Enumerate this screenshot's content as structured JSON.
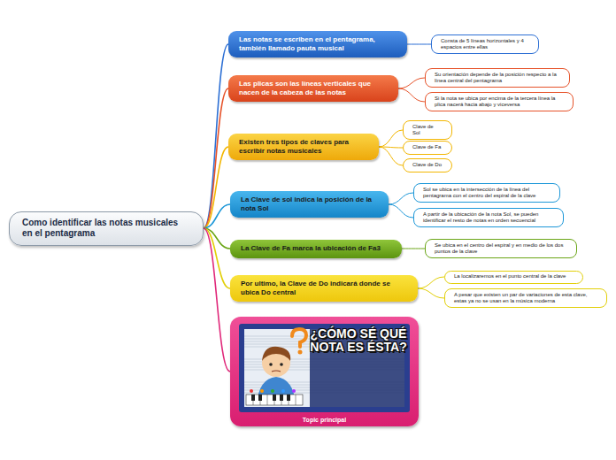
{
  "diagram": {
    "nodes": [
      {
        "text": [
          "Como identificar las notas musicales en el pentagrama"
        ]
      },
      {
        "text": [
          "Las notas se escriben en el pentagrama, también llamado pauta musical"
        ]
      },
      {
        "text": [
          "Consta de 5 líneas horizontales y 4 espacios entre ellas"
        ]
      },
      {
        "text": [
          "Las plicas son las líneas verticales que nacen de la cabeza de las notas"
        ]
      },
      {
        "text": [
          "Su orientación depende de la posición respecto a la línea central del pentagrama"
        ]
      },
      {
        "text": [
          "Si la nota se ubica por encima de la tercera línea la plica nacerá hacia abajo y viceversa"
        ]
      },
      {
        "text": [
          "Existen tres tipos de claves para escribir notas musicales"
        ]
      },
      {
        "text": [
          "Clave de Sol"
        ]
      },
      {
        "text": [
          "Clave de Fa"
        ]
      },
      {
        "text": [
          "Clave de Do"
        ]
      },
      {
        "text": [
          "La Clave de sol indica la posición de la nota Sol"
        ]
      },
      {
        "text": [
          "Sol se ubica en la intersección de la línea del pentagrama con el centro del espiral de la clave"
        ]
      },
      {
        "text": [
          "A partir de la ubicación de la nota Sol, se pueden identificar el resto de notas en orden secuencial"
        ]
      },
      {
        "text": [
          "La Clave de Fa marca la ubicación de Fa3"
        ]
      },
      {
        "text": [
          "Se ubica en el centro del espiral y en medio de los dos puntos de la clave"
        ]
      },
      {
        "text": [
          "Por ultimo, la Clave de Do indicará donde se ubica Do central"
        ]
      },
      {
        "text": [
          "La localizaremos en el punto central de la clave"
        ]
      },
      {
        "text": [
          "A pesar que existen un par de variaciones de esta clave, estas ya no se usan en la música moderna"
        ]
      },
      {
        "text": [
          "Topic principal"
        ]
      }
    ],
    "edges": [
      {
        "from": 0,
        "to": 1,
        "arrow": "none"
      },
      {
        "from": 1,
        "to": 2,
        "arrow": "none"
      },
      {
        "from": 0,
        "to": 3,
        "arrow": "none"
      },
      {
        "from": 3,
        "to": 4,
        "arrow": "none"
      },
      {
        "from": 3,
        "to": 5,
        "arrow": "none"
      },
      {
        "from": 0,
        "to": 6,
        "arrow": "none"
      },
      {
        "from": 6,
        "to": 7,
        "arrow": "none"
      },
      {
        "from": 6,
        "to": 8,
        "arrow": "none"
      },
      {
        "from": 6,
        "to": 9,
        "arrow": "none"
      },
      {
        "from": 0,
        "to": 10,
        "arrow": "none"
      },
      {
        "from": 10,
        "to": 11,
        "arrow": "none"
      },
      {
        "from": 10,
        "to": 12,
        "arrow": "none"
      },
      {
        "from": 0,
        "to": 13,
        "arrow": "none"
      },
      {
        "from": 13,
        "to": 14,
        "arrow": "none"
      },
      {
        "from": 0,
        "to": 15,
        "arrow": "none"
      },
      {
        "from": 15,
        "to": 16,
        "arrow": "none"
      },
      {
        "from": 15,
        "to": 17,
        "arrow": "none"
      },
      {
        "from": 0,
        "to": 18,
        "arrow": "none"
      }
    ],
    "labels": [
      "¿CÓMO SÉ QUÉ NOTA ES ÉSTA?"
    ]
  }
}
